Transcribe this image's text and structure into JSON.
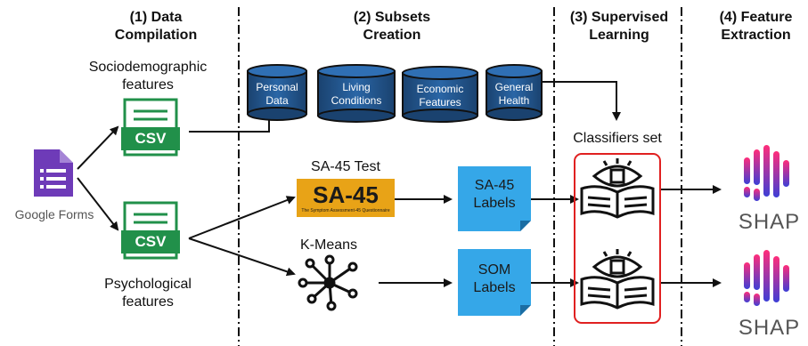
{
  "stages": {
    "s1": "(1)  Data\nCompilation",
    "s2": "(2) Subsets\nCreation",
    "s3": "(3) Supervised\nLearning",
    "s4": "(4) Feature\nExtraction"
  },
  "sources": {
    "socio": "Sociodemographic\nfeatures",
    "psych": "Psychological\nfeatures",
    "csv": "CSV",
    "google_forms": "Google Forms"
  },
  "subsets": [
    "Personal\nData",
    "Living\nConditions",
    "Economic\nFeatures",
    "General\nHealth"
  ],
  "sa45": {
    "title": "SA-45 Test",
    "logo": "SA-45",
    "logo_sub": "The Symptom Assessment-45 Questionnaire",
    "labels": "SA-45\nLabels"
  },
  "kmeans": {
    "title": "K-Means",
    "labels": "SOM\nLabels"
  },
  "classifiers": "Classifiers set",
  "shap": "SHAP",
  "colors": {
    "cylinder": "#1f4f86",
    "doc": "#35a7e8",
    "csv_green": "#21904a",
    "highlight": "#e02020",
    "forms_purple": "#6e3bb8"
  }
}
